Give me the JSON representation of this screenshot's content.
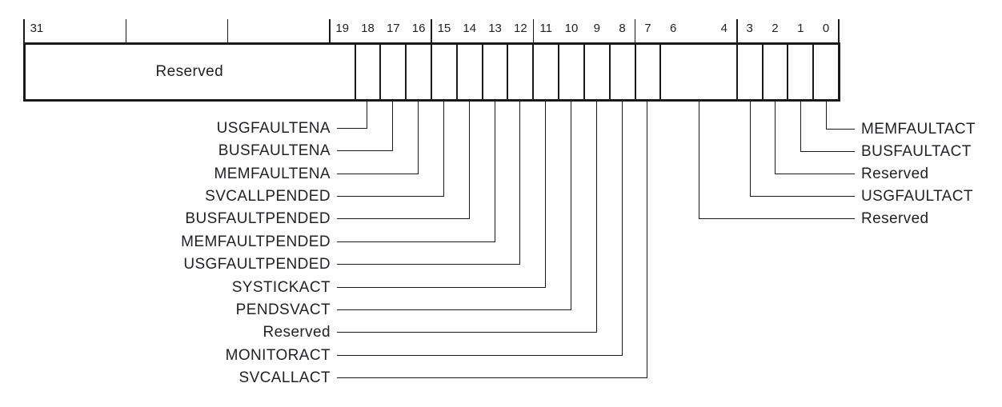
{
  "colors": {
    "line": "#1a1a1a",
    "text": "#222226",
    "background": "#ffffff"
  },
  "register": {
    "bit_numbers": [
      {
        "bit": 31,
        "text": "31"
      },
      {
        "bit": 19,
        "text": "19"
      },
      {
        "bit": 18,
        "text": "18"
      },
      {
        "bit": 17,
        "text": "17"
      },
      {
        "bit": 16,
        "text": "16"
      },
      {
        "bit": 15,
        "text": "15"
      },
      {
        "bit": 14,
        "text": "14"
      },
      {
        "bit": 13,
        "text": "13"
      },
      {
        "bit": 12,
        "text": "12"
      },
      {
        "bit": 11,
        "text": "11"
      },
      {
        "bit": 10,
        "text": "10"
      },
      {
        "bit": 9,
        "text": "9"
      },
      {
        "bit": 8,
        "text": "8"
      },
      {
        "bit": 7,
        "text": "7"
      },
      {
        "bit": 6,
        "text": "6"
      },
      {
        "bit": 4,
        "text": "4"
      },
      {
        "bit": 3,
        "text": "3"
      },
      {
        "bit": 2,
        "text": "2"
      },
      {
        "bit": 1,
        "text": "1"
      },
      {
        "bit": 0,
        "text": "0"
      }
    ],
    "fields": [
      {
        "bits": "31:19",
        "label": "Reserved"
      },
      {
        "bits": "18"
      },
      {
        "bits": "17"
      },
      {
        "bits": "16"
      },
      {
        "bits": "15"
      },
      {
        "bits": "14"
      },
      {
        "bits": "13"
      },
      {
        "bits": "12"
      },
      {
        "bits": "11"
      },
      {
        "bits": "10"
      },
      {
        "bits": "9"
      },
      {
        "bits": "8"
      },
      {
        "bits": "7"
      },
      {
        "bits": "6:4"
      },
      {
        "bits": "3"
      },
      {
        "bits": "2"
      },
      {
        "bits": "1"
      },
      {
        "bits": "0"
      }
    ]
  },
  "left_callouts": [
    {
      "bit": "18",
      "label": "USGFAULTENA"
    },
    {
      "bit": "17",
      "label": "BUSFAULTENA"
    },
    {
      "bit": "16",
      "label": "MEMFAULTENA"
    },
    {
      "bit": "15",
      "label": "SVCALLPENDED"
    },
    {
      "bit": "14",
      "label": "BUSFAULTPENDED"
    },
    {
      "bit": "13",
      "label": "MEMFAULTPENDED"
    },
    {
      "bit": "12",
      "label": "USGFAULTPENDED"
    },
    {
      "bit": "11",
      "label": "SYSTICKACT"
    },
    {
      "bit": "10",
      "label": "PENDSVACT"
    },
    {
      "bit": "9",
      "label": "Reserved"
    },
    {
      "bit": "8",
      "label": "MONITORACT"
    },
    {
      "bit": "7",
      "label": "SVCALLACT"
    }
  ],
  "right_callouts": [
    {
      "bits": "0",
      "label": "MEMFAULTACT"
    },
    {
      "bits": "1",
      "label": "BUSFAULTACT"
    },
    {
      "bits": "2",
      "label": "Reserved"
    },
    {
      "bits": "3",
      "label": "USGFAULTACT"
    },
    {
      "bits": "6:4",
      "label": "Reserved"
    }
  ]
}
